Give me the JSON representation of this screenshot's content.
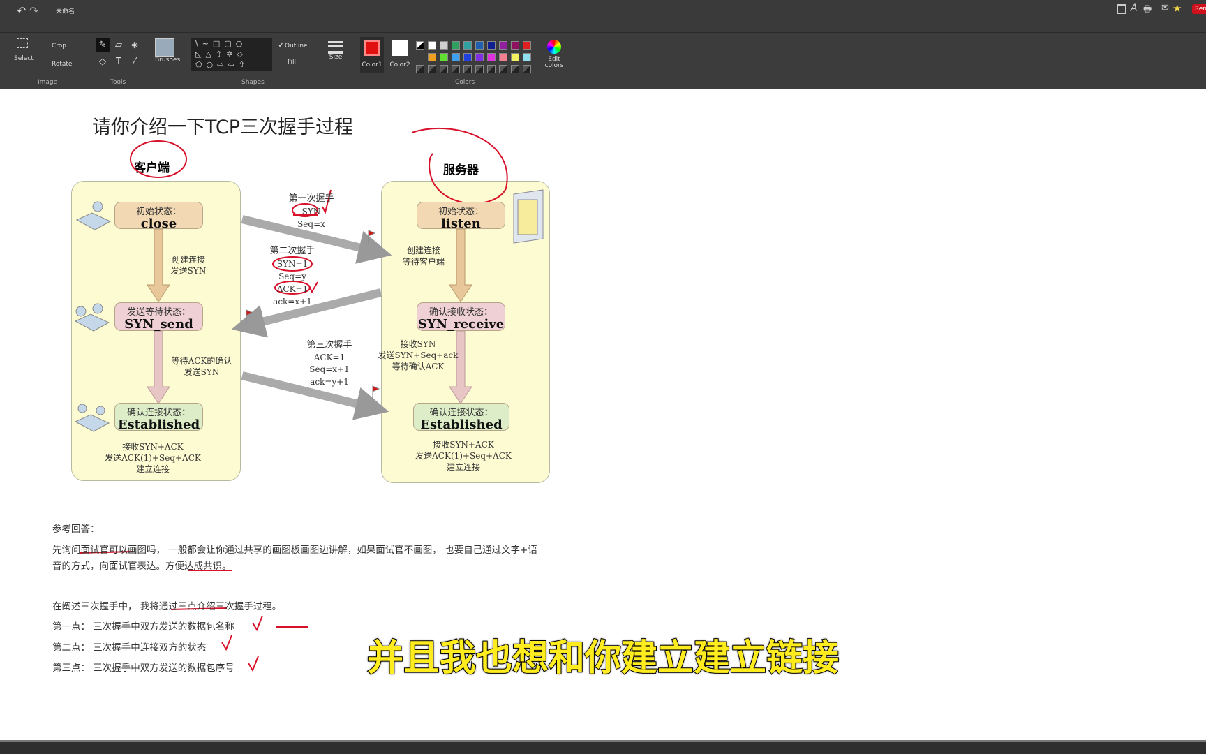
{
  "window": {
    "title": "未命名",
    "badge": "Rem"
  },
  "ribbon": {
    "image_group": "Image",
    "select": "Select",
    "crop": "Crop",
    "rotate": "Rotate",
    "tools_group": "Tools",
    "brushes": "Brushes",
    "shapes_group": "Shapes",
    "outline": "Outline",
    "fill": "Fill",
    "size": "Size",
    "color1": "Color1",
    "color2": "Color2",
    "colors_group": "Colors",
    "edit_colors": "Edit colors",
    "color1_value": "#e01010",
    "color2_value": "#ffffff",
    "palette": [
      "#000000",
      "#ffffff",
      "#d0d0d0",
      "#30a060",
      "#30a0a0",
      "#2060b0",
      "#102090",
      "#9020a0",
      "#901060",
      "#e02020",
      "#f0a020",
      "#60e030",
      "#40a0f0",
      "#2040e0",
      "#8030e0",
      "#e030e0",
      "#f08090",
      "#f0f060",
      "#90e0f0"
    ]
  },
  "doc": {
    "title": "请你介绍一下TCP三次握手过程",
    "client": "客户端",
    "server": "服务器",
    "client_states": [
      {
        "label": "初始状态：",
        "state": "close"
      },
      {
        "label": "发送等待状态：",
        "state": "SYN_send"
      },
      {
        "label": "确认连接状态：",
        "state": "Established"
      }
    ],
    "server_states": [
      {
        "label": "初始状态：",
        "state": "listen"
      },
      {
        "label": "确认接收状态：",
        "state": "SYN_receive"
      },
      {
        "label": "确认连接状态：",
        "state": "Established"
      }
    ],
    "client_notes": [
      [
        "创建连接",
        "发送SYN"
      ],
      [
        "等待ACK的确认",
        "发送SYN"
      ],
      [
        "接收SYN+ACK",
        "发送ACK(1)+Seq+ACK",
        "建立连接"
      ]
    ],
    "server_notes": [
      [
        "创建连接",
        "等待客户端"
      ],
      [
        "接收SYN",
        "发送SYN+Seq+ack",
        "等待确认ACK"
      ],
      [
        "接收SYN+ACK",
        "发送ACK(1)+Seq+ACK",
        "建立连接"
      ]
    ],
    "handshake1": [
      "第一次握手",
      "SYN",
      "Seq=x"
    ],
    "handshake2": [
      "第二次握手",
      "SYN=1",
      "Seq=y",
      "ACK=1",
      "ack=x+1"
    ],
    "handshake3": [
      "第三次握手",
      "ACK=1",
      "Seq=x+1",
      "ack=y+1"
    ],
    "answer_heading": "参考回答：",
    "answer_p1": "先询问面试官可以画图吗， 一般都会让你通过共享的画图板画图边讲解，如果面试官不画图， 也要自己通过文字+语",
    "answer_p2": "音的方式，向面试官表达。方便达成共识。",
    "intro": "在阐述三次握手中， 我将通过三点介绍三次握手过程。",
    "points": [
      "第一点： 三次握手中双方发送的数据包名称",
      "第二点： 三次握手中连接双方的状态",
      "第三点： 三次握手中双方发送的数据包序号"
    ]
  },
  "subtitle": "并且我也想和你建立建立链接"
}
